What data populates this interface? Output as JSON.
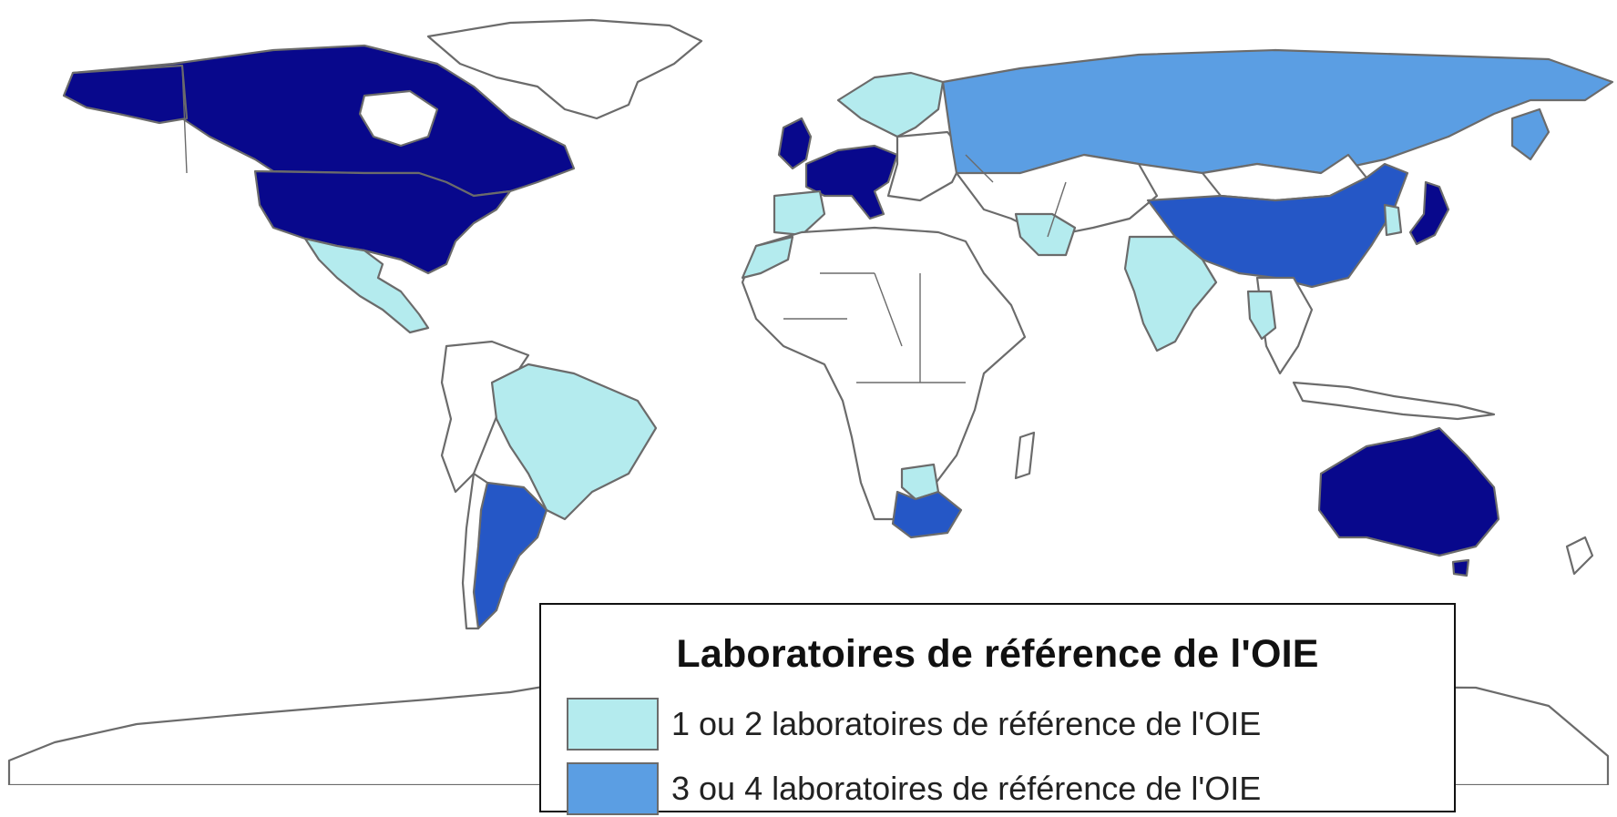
{
  "legend": {
    "title": "Laboratoires de référence de l'OIE",
    "items": [
      {
        "label": "1 ou 2 laboratoires de référence de l'OIE",
        "color": "#b4ebee"
      },
      {
        "label": "3 ou 4 laboratoires de référence de l'OIE",
        "color": "#5b9ee3"
      }
    ]
  },
  "colors": {
    "none": "#ffffff",
    "class_1_2": "#b4ebee",
    "class_3_4": "#5b9ee3",
    "class_mid": "#2557c6",
    "class_top": "#08088c",
    "border": "#6b6b6b"
  }
}
